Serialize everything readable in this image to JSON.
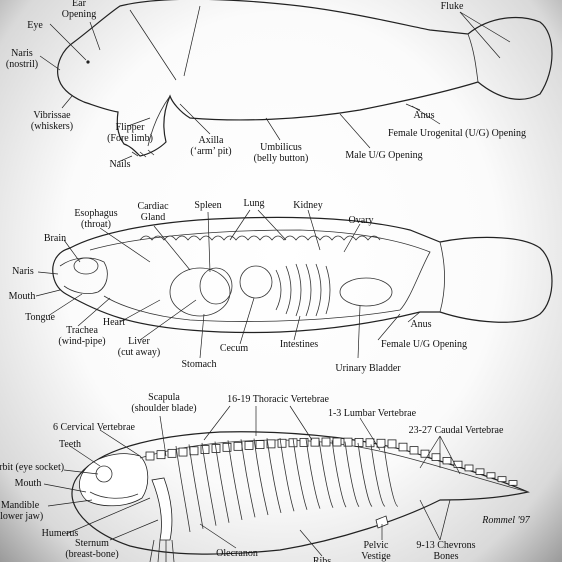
{
  "external": {
    "labels": [
      {
        "id": "ear",
        "lines": [
          "Ear",
          "Opening"
        ]
      },
      {
        "id": "eye",
        "lines": [
          "Eye"
        ]
      },
      {
        "id": "naris",
        "lines": [
          "Naris",
          "(nostril)"
        ]
      },
      {
        "id": "vibrissae",
        "lines": [
          "Vibrissae",
          "(whiskers)"
        ]
      },
      {
        "id": "flipper",
        "lines": [
          "Flipper",
          "(Fore limb)"
        ]
      },
      {
        "id": "nails",
        "lines": [
          "Nails"
        ]
      },
      {
        "id": "axilla",
        "lines": [
          "Axilla",
          "(‘arm’ pit)"
        ]
      },
      {
        "id": "umbilicus",
        "lines": [
          "Umbilicus",
          "(belly button)"
        ]
      },
      {
        "id": "male_ug",
        "lines": [
          "Male U/G Opening"
        ]
      },
      {
        "id": "anus",
        "lines": [
          "Anus"
        ]
      },
      {
        "id": "female_ug",
        "lines": [
          "Female Urogenital (U/G) Opening"
        ]
      },
      {
        "id": "fluke",
        "lines": [
          "Fluke"
        ]
      }
    ]
  },
  "internal": {
    "labels": [
      {
        "id": "esophagus",
        "lines": [
          "Esophagus",
          "(throat)"
        ]
      },
      {
        "id": "cardiac",
        "lines": [
          "Cardiac",
          "Gland"
        ]
      },
      {
        "id": "spleen",
        "lines": [
          "Spleen"
        ]
      },
      {
        "id": "lung",
        "lines": [
          "Lung"
        ]
      },
      {
        "id": "kidney",
        "lines": [
          "Kidney"
        ]
      },
      {
        "id": "ovary",
        "lines": [
          "Ovary"
        ]
      },
      {
        "id": "brain",
        "lines": [
          "Brain"
        ]
      },
      {
        "id": "naris2",
        "lines": [
          "Naris"
        ]
      },
      {
        "id": "mouth",
        "lines": [
          "Mouth"
        ]
      },
      {
        "id": "tongue",
        "lines": [
          "Tongue"
        ]
      },
      {
        "id": "trachea",
        "lines": [
          "Trachea",
          "(wind-pipe)"
        ]
      },
      {
        "id": "heart",
        "lines": [
          "Heart"
        ]
      },
      {
        "id": "liver",
        "lines": [
          "Liver",
          "(cut away)"
        ]
      },
      {
        "id": "stomach",
        "lines": [
          "Stomach"
        ]
      },
      {
        "id": "cecum",
        "lines": [
          "Cecum"
        ]
      },
      {
        "id": "intestines",
        "lines": [
          "Intestines"
        ]
      },
      {
        "id": "urinary",
        "lines": [
          "Urinary Bladder"
        ]
      },
      {
        "id": "anus2",
        "lines": [
          "Anus"
        ]
      },
      {
        "id": "female_ug2",
        "lines": [
          "Female U/G Opening"
        ]
      }
    ]
  },
  "skeleton": {
    "labels": [
      {
        "id": "scapula",
        "lines": [
          "Scapula",
          "(shoulder blade)"
        ]
      },
      {
        "id": "thoracic",
        "lines": [
          "16-19 Thoracic Vertebrae"
        ]
      },
      {
        "id": "lumbar",
        "lines": [
          "1-3 Lumbar Vertebrae"
        ]
      },
      {
        "id": "cervical",
        "lines": [
          "6 Cervical Vertebrae"
        ]
      },
      {
        "id": "caudal",
        "lines": [
          "23-27 Caudal Vertebrae"
        ]
      },
      {
        "id": "teeth",
        "lines": [
          "Teeth"
        ]
      },
      {
        "id": "orbit",
        "lines": [
          "Orbit (eye socket)"
        ]
      },
      {
        "id": "mouth3",
        "lines": [
          "Mouth"
        ]
      },
      {
        "id": "mandible",
        "lines": [
          "Mandible",
          "(lower jaw)"
        ]
      },
      {
        "id": "humerus",
        "lines": [
          "Humerus"
        ]
      },
      {
        "id": "sternum",
        "lines": [
          "Sternum",
          "(breast-bone)"
        ]
      },
      {
        "id": "olecranon",
        "lines": [
          "Olecranon"
        ]
      },
      {
        "id": "ribs",
        "lines": [
          "Ribs"
        ]
      },
      {
        "id": "pelvic",
        "lines": [
          "Pelvic",
          "Vestige"
        ]
      },
      {
        "id": "chevrons",
        "lines": [
          "9-13 Chevrons",
          "Bones"
        ]
      },
      {
        "id": "signature",
        "lines": [
          "Rommel '97"
        ]
      }
    ]
  }
}
